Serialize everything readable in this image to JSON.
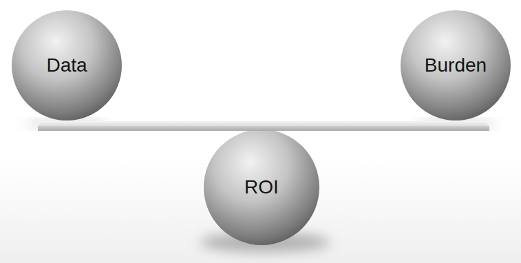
{
  "diagram": {
    "nodes": [
      {
        "text": [
          "Data"
        ]
      },
      {
        "text": [
          "Burden"
        ]
      },
      {
        "text": [
          "ROI"
        ]
      }
    ]
  }
}
